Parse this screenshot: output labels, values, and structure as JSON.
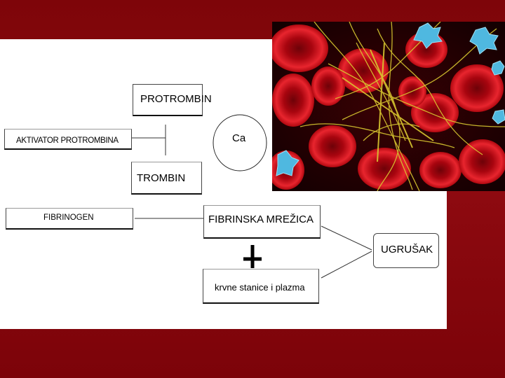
{
  "diagram": {
    "nodes": {
      "protrombin": "PROTROMBIN",
      "aktivator": "AKTIVATOR PROTROMBINA",
      "ca": "Ca",
      "trombin": "TROMBIN",
      "fibrinogen": "FIBRINOGEN",
      "fibrinska_mrezica": "FIBRINSKA MREŽICA",
      "krvne_stanice": "krvne stanice i plazma",
      "ugrusak": "UGRUŠAK"
    },
    "plus_symbol": "+"
  },
  "colors": {
    "slide_background": "#8a0a0f",
    "panel_background": "#ffffff",
    "blood_cell_red": "#c8101a",
    "fibrin_yellow": "#d8c830",
    "platelet_blue": "#4fb8e0"
  }
}
